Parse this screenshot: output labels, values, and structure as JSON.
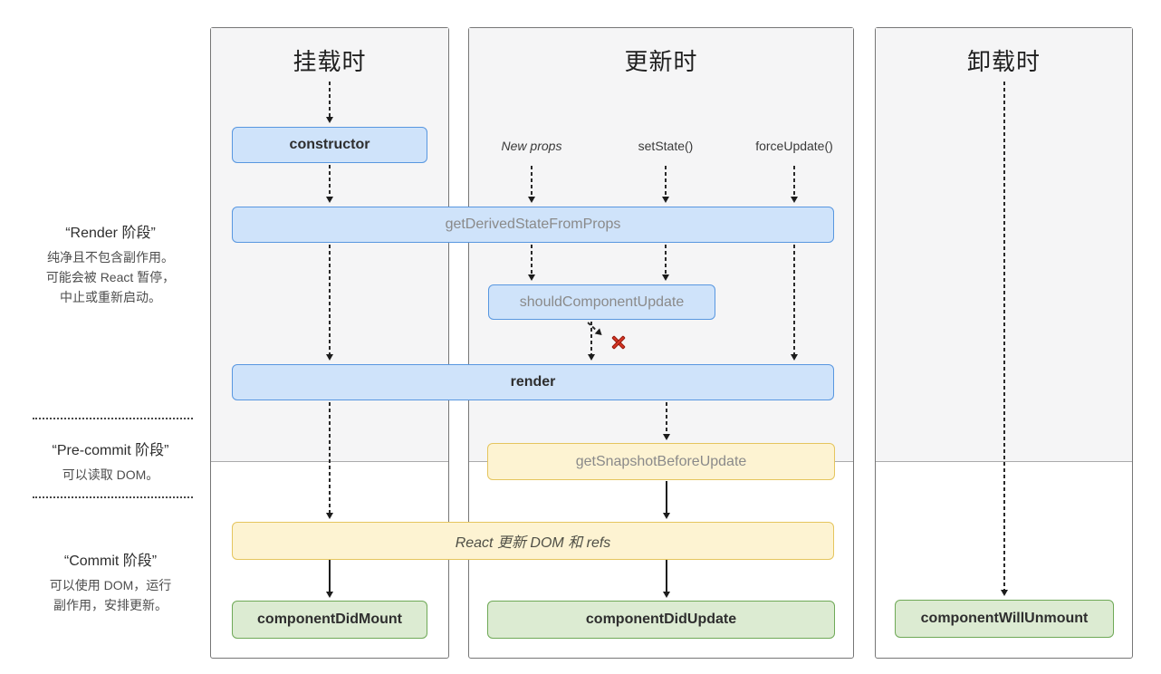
{
  "colors": {
    "blue_fill": "#cfe3fa",
    "blue_border": "#5897e0",
    "yellow_fill": "#fdf3d2",
    "yellow_border": "#e5c55e",
    "green_fill": "#dcebd2",
    "green_border": "#6fa957",
    "panel_border": "#767676",
    "phase_top_bg": "#f5f5f6",
    "arrow": "#1d1d1d",
    "abort_red": "#d93425"
  },
  "sidebar": {
    "render_phase": {
      "title": "“Render 阶段”",
      "lines": [
        "纯净且不包含副作用。",
        "可能会被 React 暂停，",
        "中止或重新启动。"
      ]
    },
    "pre_commit_phase": {
      "title": "“Pre-commit 阶段”",
      "lines": [
        "可以读取 DOM。"
      ]
    },
    "commit_phase": {
      "title": "“Commit 阶段”",
      "lines": [
        "可以使用 DOM，运行",
        "副作用，安排更新。"
      ]
    }
  },
  "columns": {
    "mounting": {
      "title": "挂载时"
    },
    "updating": {
      "title": "更新时",
      "triggers": [
        "New props",
        "setState()",
        "forceUpdate()"
      ]
    },
    "unmounting": {
      "title": "卸载时"
    }
  },
  "boxes": {
    "constructor": "constructor",
    "get_derived_state_from_props": "getDerivedStateFromProps",
    "should_component_update": "shouldComponentUpdate",
    "render": "render",
    "get_snapshot_before_update": "getSnapshotBeforeUpdate",
    "react_updates_dom": "React 更新 DOM 和 refs",
    "component_did_mount": "componentDidMount",
    "component_did_update": "componentDidUpdate",
    "component_will_unmount": "componentWillUnmount"
  },
  "icons": {
    "abort_x": "x-mark"
  }
}
